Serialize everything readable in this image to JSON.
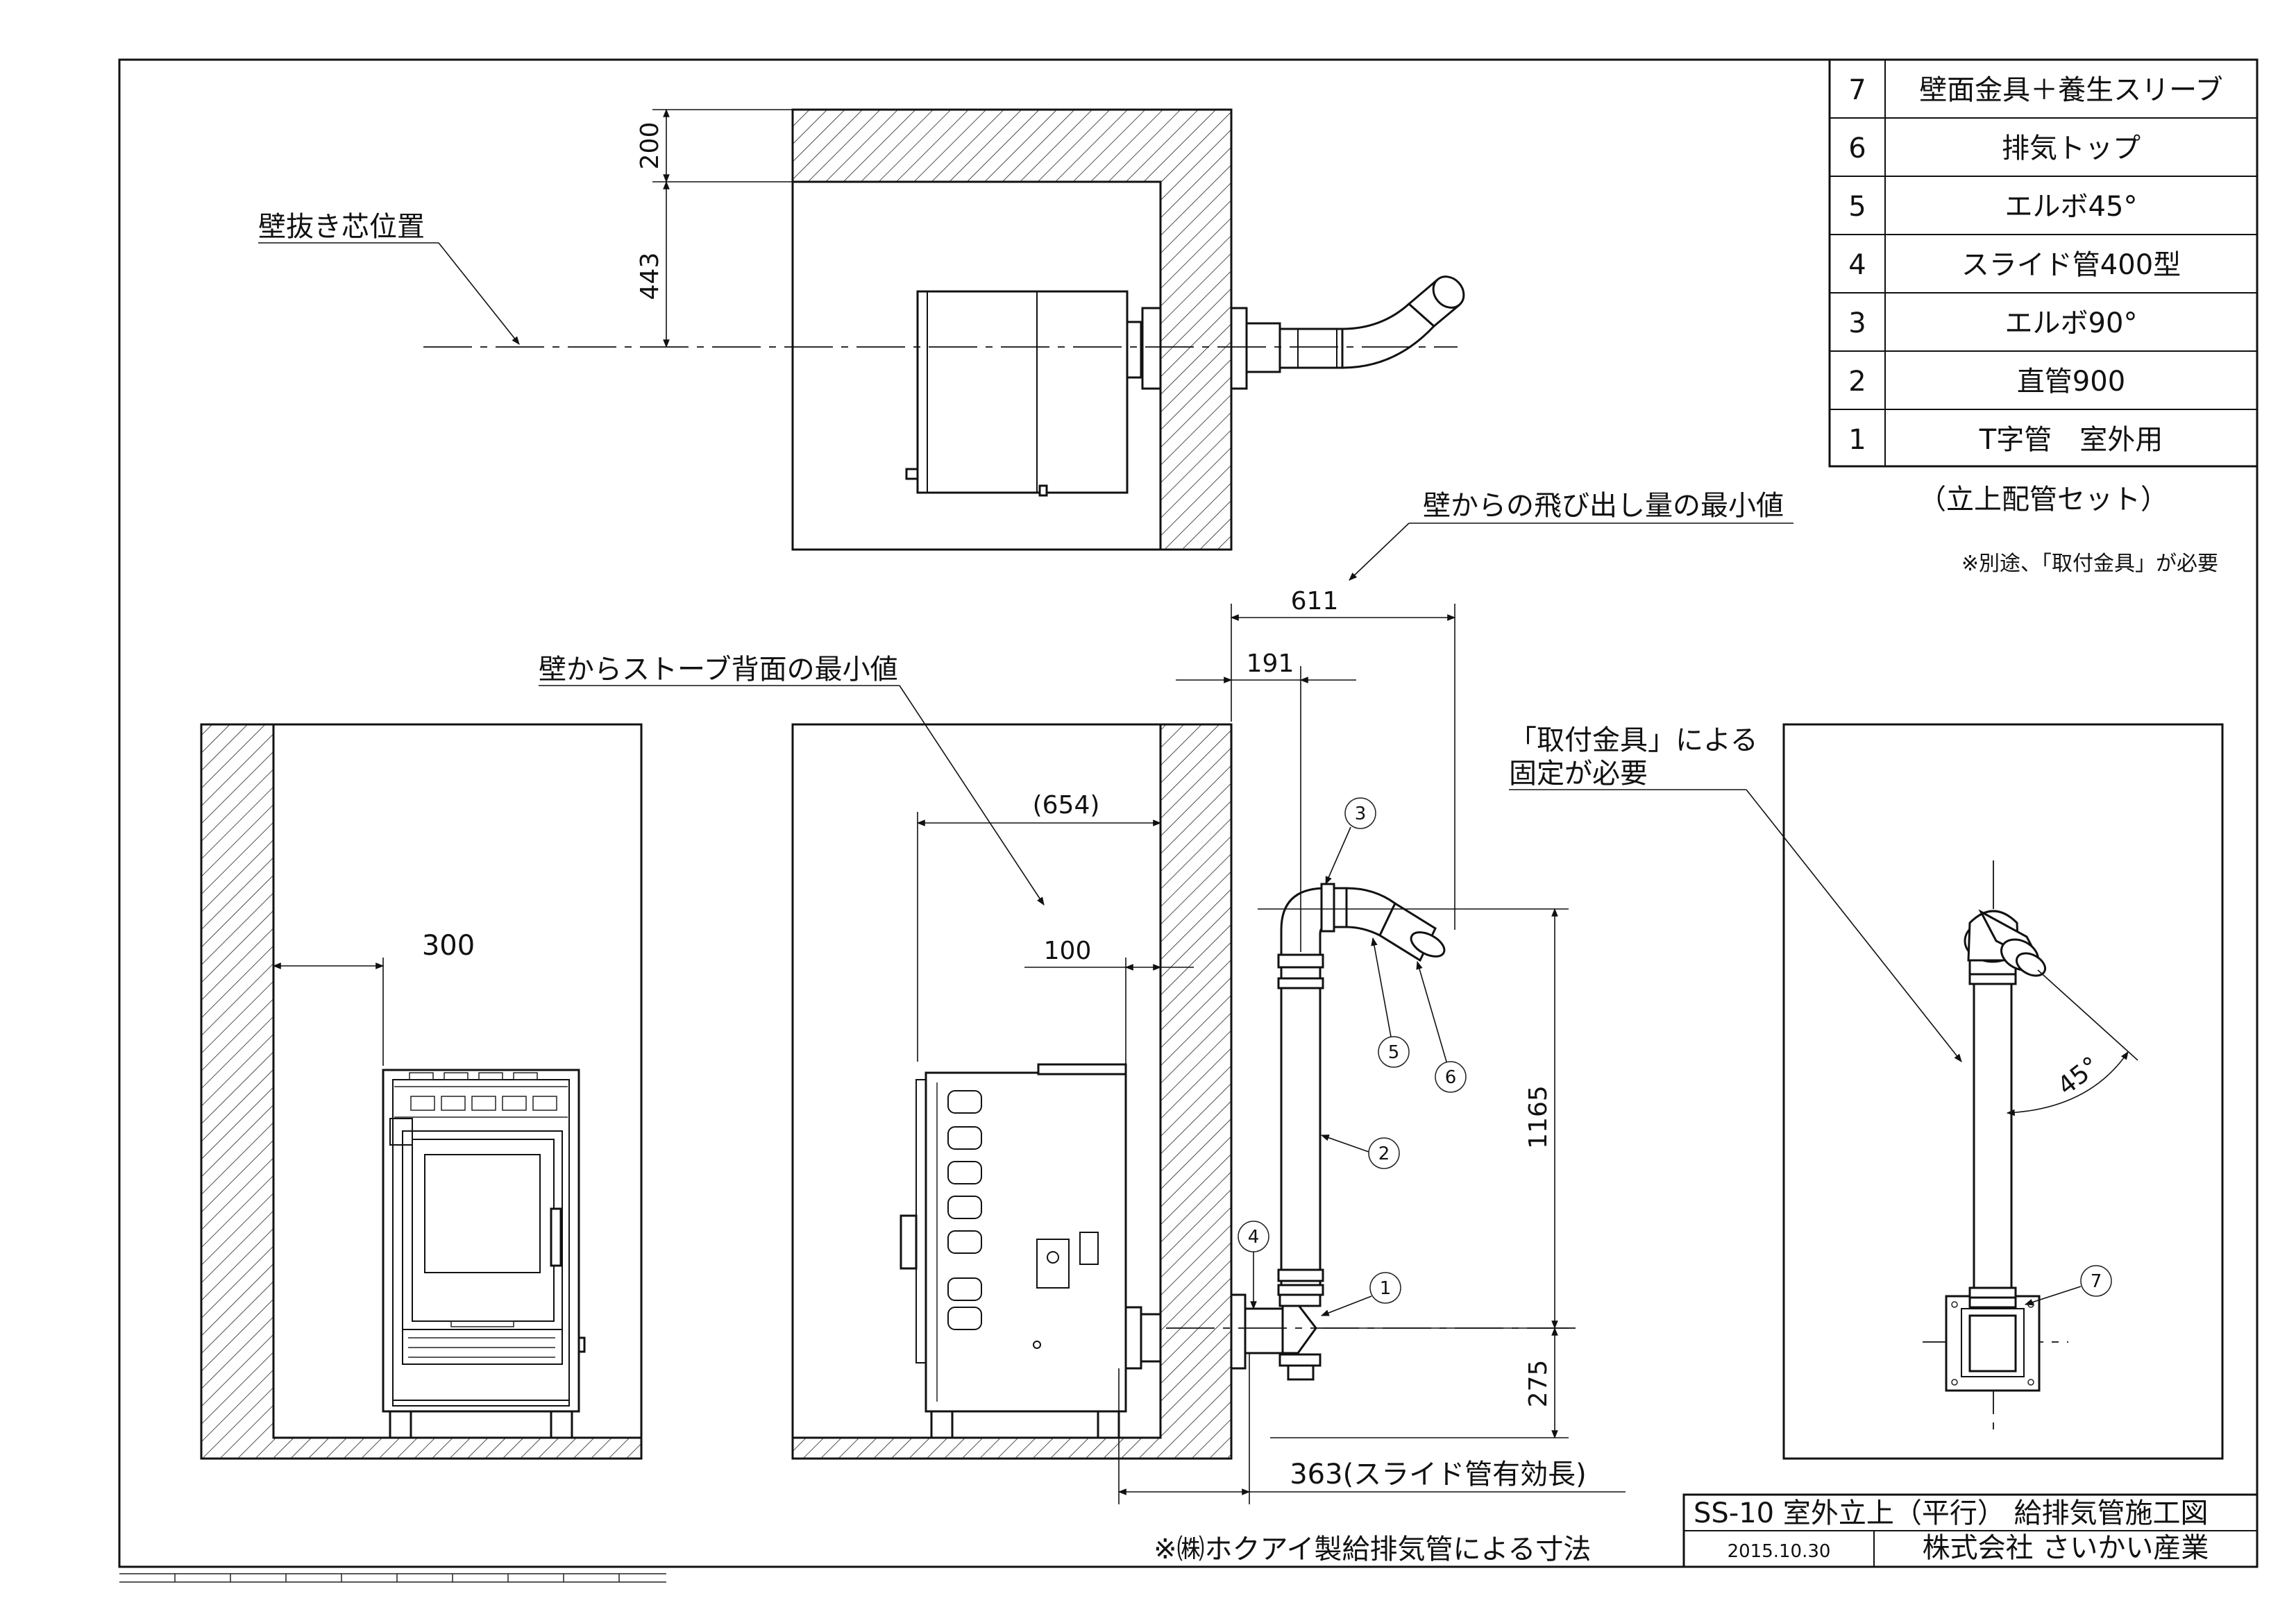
{
  "parts_table": {
    "rows": [
      {
        "no": "7",
        "name": "壁面金具＋養生スリーブ"
      },
      {
        "no": "6",
        "name": "排気トップ"
      },
      {
        "no": "5",
        "name": "エルボ45°"
      },
      {
        "no": "4",
        "name": "スライド管400型"
      },
      {
        "no": "3",
        "name": "エルボ90°"
      },
      {
        "no": "2",
        "name": "直管900"
      },
      {
        "no": "1",
        "name": "T字管　室外用"
      }
    ],
    "caption": "（立上配管セット）",
    "note": "※別途、「取付金具」が必要"
  },
  "labels": {
    "wall_center": "壁抜き芯位置",
    "min_protrusion": "壁からの飛び出し量の最小値",
    "min_back": "壁からストーブ背面の最小値",
    "bracket_note_1": "「取付金具」による",
    "bracket_note_2": "固定が必要",
    "angle": "45°",
    "footer_note": "※㈱ホクアイ製給排気管による寸法"
  },
  "dimensions": {
    "d200": "200",
    "d443": "443",
    "d611": "611",
    "d191": "191",
    "d654": "(654)",
    "d100": "100",
    "d300": "300",
    "d1165": "1165",
    "d275": "275",
    "d363": "363(スライド管有効長)"
  },
  "callouts": [
    "1",
    "2",
    "3",
    "4",
    "5",
    "6",
    "7"
  ],
  "title_block": {
    "title": "SS-10 室外立上（平行） 給排気管施工図",
    "date": "2015.10.30",
    "company": "株式会社 さいかい産業"
  }
}
